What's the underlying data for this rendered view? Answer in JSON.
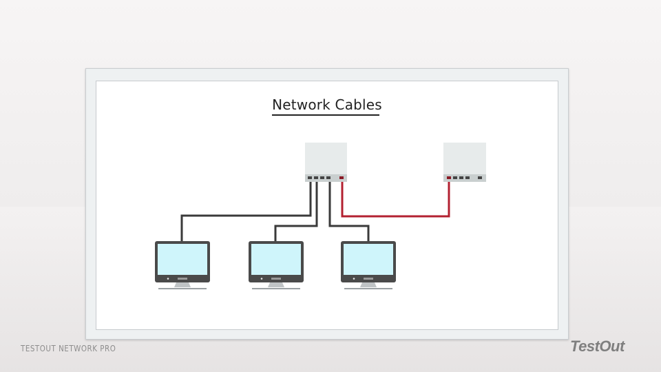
{
  "slide": {
    "title": "Network Cables",
    "footer_text": "TESTOUT NETWORK PRO",
    "brand": "TestOut"
  },
  "diagram": {
    "nodes": [
      {
        "id": "switch-1",
        "type": "switch"
      },
      {
        "id": "switch-2",
        "type": "switch"
      },
      {
        "id": "computer-1",
        "type": "computer"
      },
      {
        "id": "computer-2",
        "type": "computer"
      },
      {
        "id": "computer-3",
        "type": "computer"
      }
    ],
    "edges": [
      {
        "from": "switch-1",
        "to": "computer-1",
        "color": "#3a3a3a"
      },
      {
        "from": "switch-1",
        "to": "computer-2",
        "color": "#3a3a3a"
      },
      {
        "from": "switch-1",
        "to": "computer-3",
        "color": "#3a3a3a"
      },
      {
        "from": "switch-1",
        "to": "switch-2",
        "color": "#b32030"
      }
    ]
  },
  "colors": {
    "cable": "#3a3a3a",
    "crossover_cable": "#b32030",
    "screen": "#cff5fb",
    "monitor_frame": "#4a4a4a",
    "switch_body": "#e7ebeb"
  }
}
